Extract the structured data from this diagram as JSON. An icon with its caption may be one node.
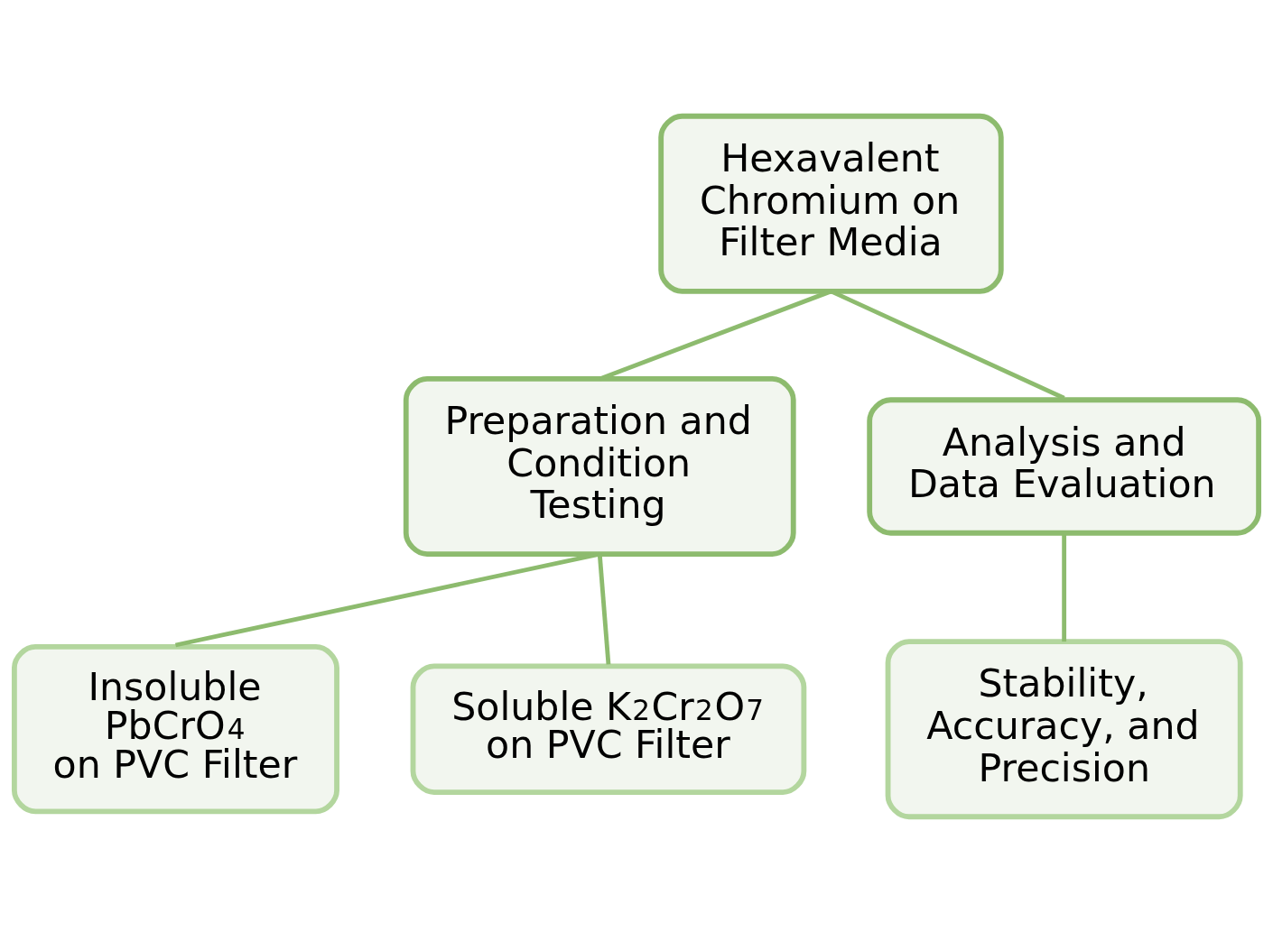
{
  "diagram": {
    "nodes": [
      {
        "text": [
          "Hexavalent Chromium on Filter Media"
        ]
      },
      {
        "text": [
          "Preparation and Condition Testing"
        ]
      },
      {
        "text": [
          "Analysis and Data Evaluation"
        ]
      },
      {
        "text": [
          "Insoluble PbCrO$_{4}$ on PVC Filter"
        ]
      },
      {
        "text": [
          "Soluble K$_{2}$Cr$_{2}$O$_{7}$ on PVC Filter"
        ]
      },
      {
        "text": [
          "Stability, Accuracy, and Precision"
        ]
      }
    ],
    "edges": [
      {
        "from": 0,
        "to": 1,
        "arrow": "none"
      },
      {
        "from": 0,
        "to": 2,
        "arrow": "none"
      },
      {
        "from": 1,
        "to": 3,
        "arrow": "none"
      },
      {
        "from": 1,
        "to": 4,
        "arrow": "none"
      },
      {
        "from": 2,
        "to": 5,
        "arrow": "none"
      }
    ]
  }
}
